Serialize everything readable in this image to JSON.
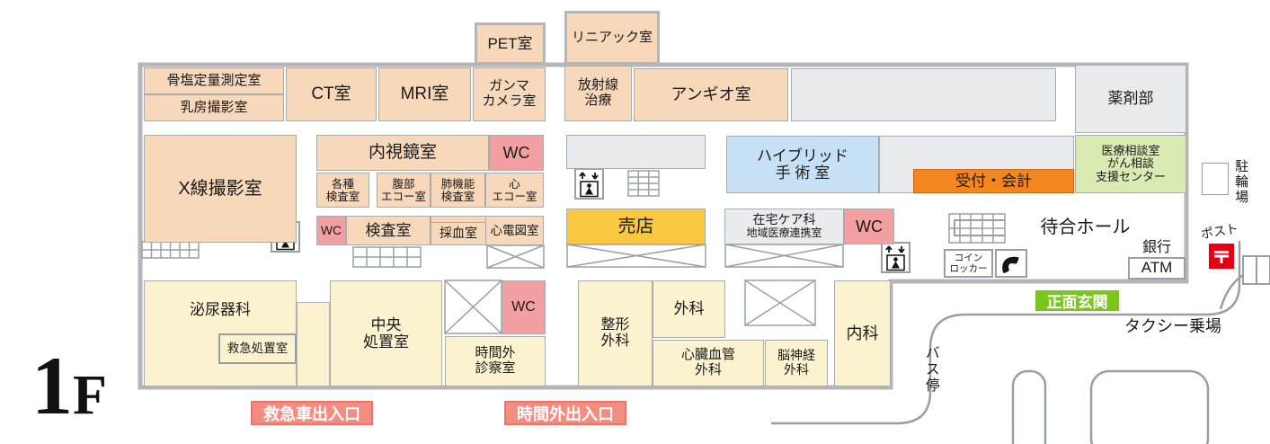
{
  "floor": {
    "number": "1",
    "suffix": "F"
  },
  "colors": {
    "room_peach": "#f8d8ba",
    "room_cream": "#fbf3d0",
    "room_pink": "#f2a0a2",
    "room_gray": "#e9ebec",
    "room_blue": "#c6e1f6",
    "room_green": "#d9eab2",
    "shop_yellow": "#f9c840",
    "reception_orange": "#f5861f",
    "entrance_green": "#7bc61e",
    "exit_salmon": "#f28d80",
    "wall_gray": "#b4b6b8",
    "road_gray": "#9aa0a2",
    "post_red": "#e60012"
  },
  "rooms": {
    "pet": {
      "label": "PET室"
    },
    "linac": {
      "label": "リニアック室"
    },
    "kotsuen": {
      "label": "骨塩定量測定室"
    },
    "nyubo": {
      "label": "乳房撮影室"
    },
    "ct": {
      "label": "CT室"
    },
    "mri": {
      "label": "MRI室"
    },
    "gamma": {
      "line1": "ガンマ",
      "line2": "カメラ室"
    },
    "hoshasen": {
      "line1": "放射線",
      "line2": "治療"
    },
    "angio": {
      "label": "アンギオ室"
    },
    "yakuzai": {
      "label": "薬剤部"
    },
    "xsen": {
      "label": "X線撮影室"
    },
    "naishikyo": {
      "label": "内視鏡室"
    },
    "wc": {
      "label": "WC"
    },
    "kakushu": {
      "line1": "各種",
      "line2": "検査室"
    },
    "fukubu": {
      "line1": "腹部",
      "line2": "エコー室"
    },
    "haikinou": {
      "line1": "肺機能",
      "line2": "検査室"
    },
    "shin_echo": {
      "line1": "心",
      "line2": "エコー室"
    },
    "hybrid": {
      "line1": "ハイブリッド",
      "line2": "手 術 室"
    },
    "uketsuke": {
      "label": "受付・会計"
    },
    "soudan": {
      "line1": "医療相談室",
      "line2": "がん相談",
      "line3": "支援センター"
    },
    "kensa": {
      "label": "検査室"
    },
    "saiketsu": {
      "label": "採血室"
    },
    "shindenzu": {
      "label": "心電図室"
    },
    "baiten": {
      "label": "売店"
    },
    "zaitaku": {
      "line1": "在宅ケア科",
      "line2": "地域医療連携室"
    },
    "hinyoukika": {
      "label": "泌尿器科"
    },
    "kyukyu_shochi": {
      "label": "救急処置室"
    },
    "chuo_shochi": {
      "line1": "中央",
      "line2": "処置室"
    },
    "jikangai_shinsatsu": {
      "line1": "時間外",
      "line2": "診察室"
    },
    "seikei": {
      "line1": "整形",
      "line2": "外科"
    },
    "geka": {
      "label": "外科"
    },
    "shinzou": {
      "line1": "心臓血管",
      "line2": "外科"
    },
    "noushinkei": {
      "line1": "脳神経",
      "line2": "外科"
    },
    "naika": {
      "label": "内科"
    }
  },
  "facilities": {
    "machiai": {
      "label": "待合ホール"
    },
    "ginkou": {
      "label": "銀行"
    },
    "atm": {
      "label": "ATM"
    },
    "coin_locker": {
      "line1": "コイン",
      "line2": "ロッカー"
    },
    "post": {
      "label": "ポスト"
    },
    "churinjo": {
      "label": "駐輪場"
    },
    "bus_stop": {
      "label": "バス停"
    },
    "taxi": {
      "label": "タクシー乗場"
    }
  },
  "labels": {
    "main_entrance": "正面玄関",
    "ambulance_exit": "救急車出入口",
    "afterhours_exit": "時間外出入口"
  }
}
